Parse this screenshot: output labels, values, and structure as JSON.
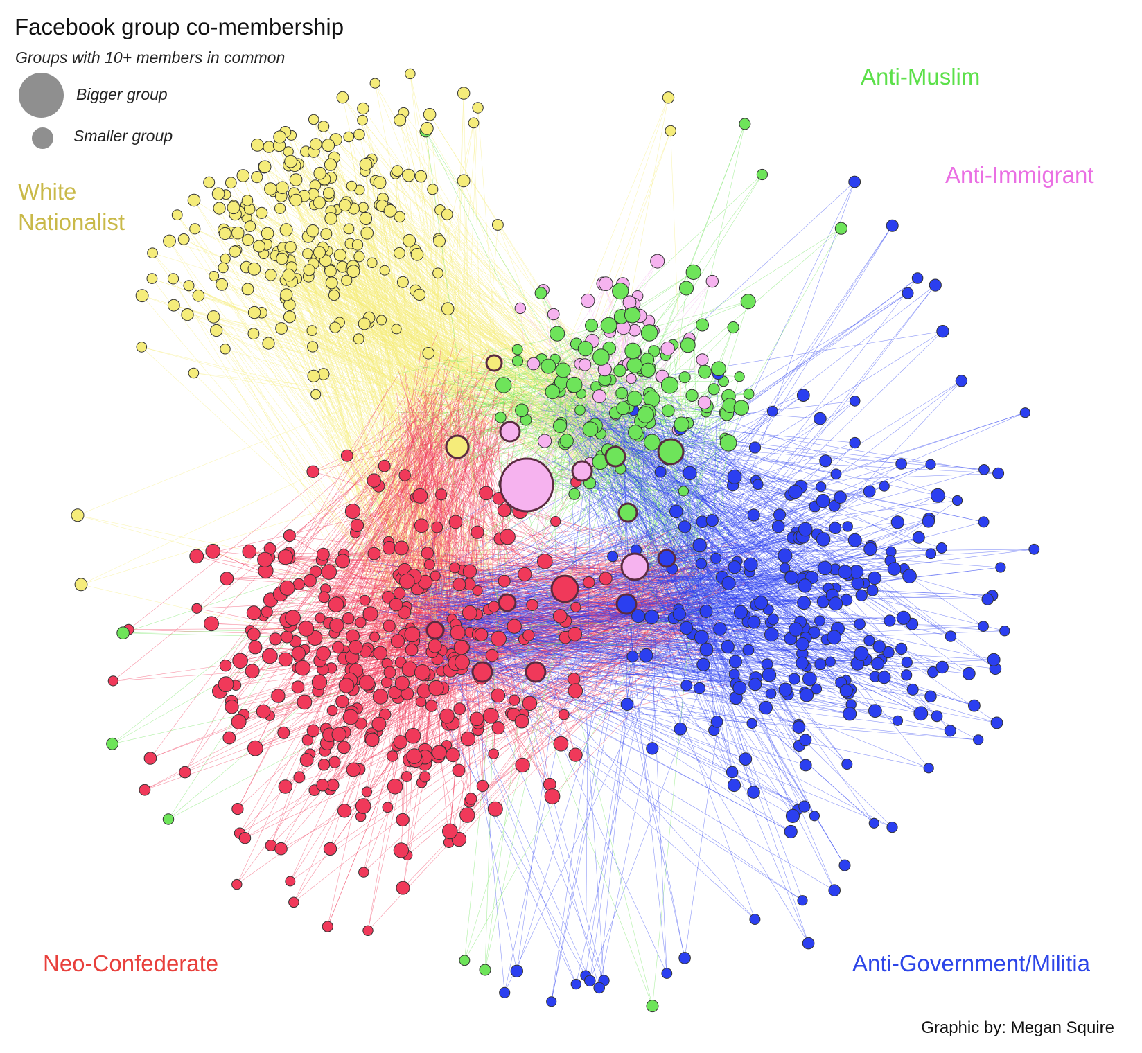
{
  "header": {
    "title": "Facebook group co-membership",
    "subtitle": "Groups with 10+ members in common"
  },
  "legend": {
    "bigger_label": "Bigger group",
    "smaller_label": "Smaller group",
    "circle_color": "#8f8f8f"
  },
  "clusters": {
    "white_nationalist": {
      "label": "White Nationalist",
      "color": "#f5ec7a"
    },
    "anti_muslim": {
      "label": "Anti-Muslim",
      "color": "#6ee45a"
    },
    "anti_immigrant": {
      "label": "Anti-Immigrant",
      "color": "#f6b3ef"
    },
    "neo_confederate": {
      "label": "Neo-Confederate",
      "color": "#f0395a"
    },
    "anti_government": {
      "label": "Anti-Government/Militia",
      "color": "#2b3ff0"
    }
  },
  "credit": "Graphic by: Megan Squire"
}
